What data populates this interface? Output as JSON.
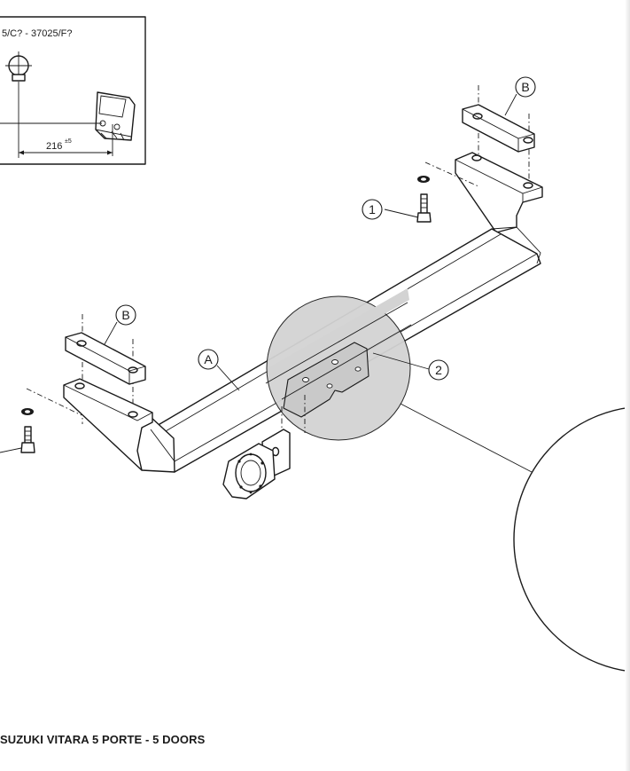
{
  "document": {
    "inset_reference_code": "5/C? - 37025/F?",
    "dimension_value": "216",
    "dimension_tolerance": "±5",
    "footer_caption": "SUZUKI VITARA 5 PORTE - 5 DOORS"
  },
  "callouts": {
    "bracket_top_right": "B",
    "bracket_left": "B",
    "crossbar": "A",
    "bolt": "1",
    "tow_ball_mount": "2"
  },
  "colors": {
    "ink": "#1a1a1a",
    "highlight_fill": "#d3d3d3",
    "paper": "#ffffff"
  }
}
